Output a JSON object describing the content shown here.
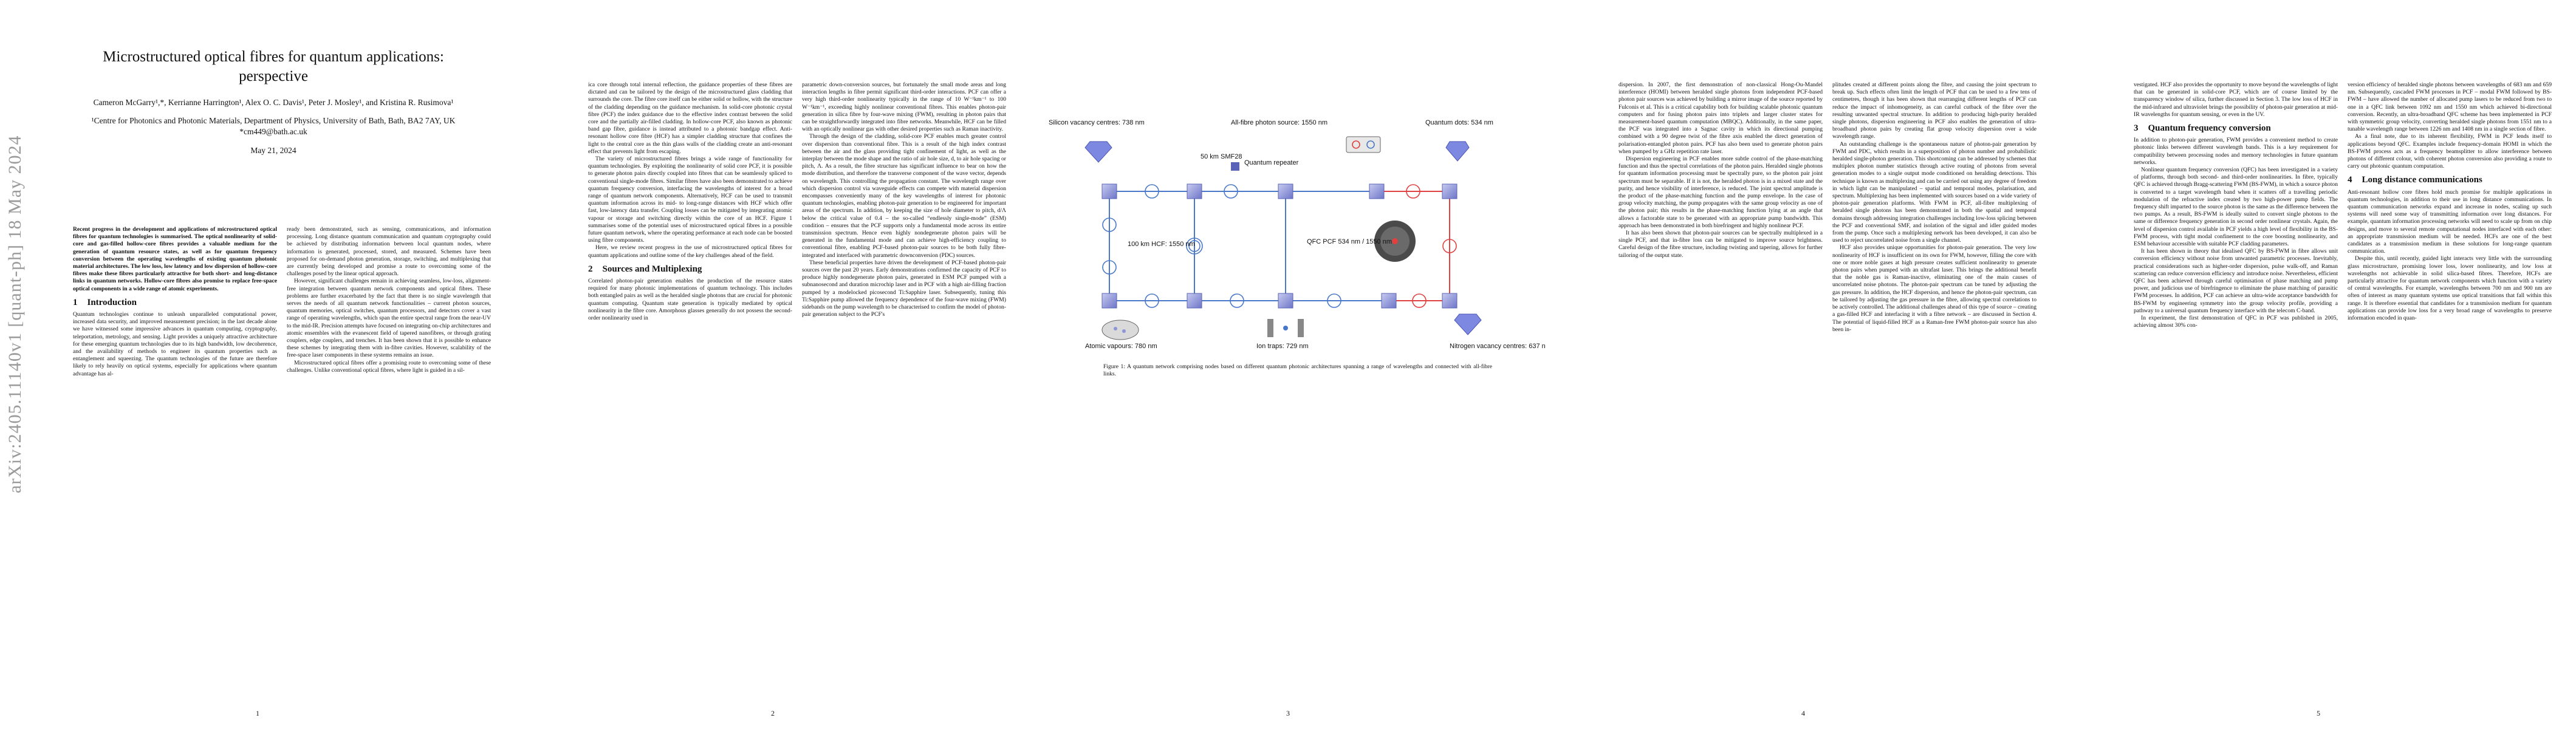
{
  "arxiv_id": "arXiv:2405.11140v1  [quant-ph]  18 May 2024",
  "page_numbers": [
    "1",
    "2",
    "3",
    "4",
    "5"
  ],
  "title": "Microstructured optical fibres for quantum applications: perspective",
  "authors": "Cameron McGarry¹,*, Kerrianne Harrington¹, Alex O. C. Davis¹, Peter J. Mosley¹, and Kristina R. Rusimova¹",
  "affiliation": "¹Centre for Photonics and Photonic Materials, Department of Physics, University of Bath, Bath, BA2 7AY, UK",
  "email": "*cm449@bath.ac.uk",
  "date": "May 21, 2024",
  "abstract": "Recent progress in the development and applications of microstructured optical fibres for quantum technologies is summarised. The optical nonlinearity of solid-core and gas-filled hollow-core fibres provides a valuable medium for the generation of quantum resource states, as well as for quantum frequency conversion between the operating wavelengths of existing quantum photonic material architectures. The low loss, low latency and low dispersion of hollow-core fibres make these fibres particularly attractive for both short- and long-distance links in quantum networks. Hollow-core fibres also promise to replace free-space optical components in a wide range of atomic experiments.",
  "sections": {
    "intro": {
      "num": "1",
      "title": "Introduction"
    },
    "sources": {
      "num": "2",
      "title": "Sources and Multiplexing"
    },
    "qfc": {
      "num": "3",
      "title": "Quantum frequency conversion"
    },
    "long": {
      "num": "4",
      "title": "Long distance communications"
    }
  },
  "text": {
    "p1_intro_1": "Quantum technologies continue to unleash unparalleled computational power, increased data security, and improved measurement precision; in the last decade alone we have witnessed some impressive advances in quantum computing, cryptography, teleportation, metrology, and sensing. Light provides a uniquely attractive architecture for these emerging quantum technologies due to its high bandwidth, low decoherence, and the availability of methods to engineer its quantum properties such as entanglement and squeezing. The quantum technologies of the future are therefore likely to rely heavily on optical systems, especially for applications where quantum advantage has al-",
    "p1_col2_1": "ready been demonstrated, such as sensing, communications, and information processing. Long distance quantum communication and quantum cryptography could be achieved by distributing information between local quantum nodes, where information is generated, processed, stored, and measured. Schemes have been proposed for on-demand photon generation, storage, switching, and multiplexing that are currently being developed and promise a route to overcoming some of the challenges posed by the linear optical approach.",
    "p1_col2_2": "However, significant challenges remain in achieving seamless, low-loss, alignment-free integration between quantum network components and optical fibres. These problems are further exacerbated by the fact that there is no single wavelength that serves the needs of all quantum network functionalities – current photon sources, quantum memories, optical switches, quantum processors, and detectors cover a vast range of operating wavelengths, which span the entire spectral range from the near-UV to the mid-IR. Precision attempts have focused on integrating on-chip architectures and atomic ensembles with the evanescent field of tapered nanofibres, or through grating couplers, edge couplers, and trenches. It has been shown that it is possible to enhance these schemes by integrating them with in-fibre cavities. However, scalability of the free-space laser components in these systems remains an issue.",
    "p1_col2_3": "Microstructured optical fibres offer a promising route to overcoming some of these challenges. Unlike conventional optical fibres, where light is guided in a sil-",
    "p2_col1_1": "ica core through total internal reflection, the guidance properties of these fibres are dictated and can be tailored by the design of the microstructured glass cladding that surrounds the core. The fibre core itself can be either solid or hollow, with the structure of the cladding depending on the guidance mechanism. In solid-core photonic crystal fibre (PCF) the index guidance due to the effective index contrast between the solid core and the partially air-filled cladding. In hollow-core PCF, also known as photonic band gap fibre, guidance is instead attributed to a photonic bandgap effect. Anti-resonant hollow core fibre (HCF) has a simpler cladding structure that confines the light to the central core as the thin glass walls of the cladding create an anti-resonant effect that prevents light from escaping.",
    "p2_col1_2": "The variety of microstructured fibres brings a wide range of functionality for quantum technologies. By exploiting the nonlinearity of solid core PCF, it is possible to generate photon pairs directly coupled into fibres that can be seamlessly spliced to conventional single-mode fibres. Similar fibres have also been demonstrated to achieve quantum frequency conversion, interfacing the wavelengths of interest for a broad range of quantum network components. Alternatively, HCF can be used to transmit quantum information across its mid- to long-range distances with HCF which offer fast, low-latency data transfer. Coupling losses can be mitigated by integrating atomic vapour or storage and switching directly within the core of an HCF. Figure 1 summarises some of the potential uses of microstructured optical fibres in a possible future quantum network, where the operating performance at each node can be boosted using fibre components.",
    "p2_col1_3": "Here, we review recent progress in the use of microstructured optical fibres for quantum applications and outline some of the key challenges ahead of the field.",
    "p2_col1_4": "Correlated photon-pair generation enables the production of the resource states required for many photonic implementations of quantum technology. This includes both entangled pairs as well as the heralded single photons that are crucial for photonic quantum computing. Quantum state generation is typically mediated by optical nonlinearity in the fibre core. Amorphous glasses generally do not possess the second-order nonlinearity used in",
    "p2_col2_1": "parametric down-conversion sources, but fortunately the small mode areas and long interaction lengths in fibre permit significant third-order interactions. PCF can offer a very high third-order nonlinearity typically in the range of 10 W⁻¹km⁻¹ to 100 W⁻¹km⁻¹, exceeding highly nonlinear conventional fibres. This enables photon-pair generation in silica fibre by four-wave mixing (FWM), resulting in photon pairs that can be straightforwardly integrated into fibre networks. Meanwhile, HCF can be filled with an optically nonlinear gas with other desired properties such as Raman inactivity.",
    "p2_col2_2": "Through the design of the cladding, solid-core PCF enables much greater control over dispersion than conventional fibre. This is a result of the high index contrast between the air and the glass providing tight confinement of light, as well as the interplay between the mode shape and the ratio of air hole size, d, to air hole spacing or pitch, Λ. As a result, the fibre structure has significant influence to bear on how the mode distribution, and therefore the transverse component of the wave vector, depends on wavelength. This controlling the propagation constant. The wavelength range over which dispersion control via waveguide effects can compete with material dispersion encompasses conveniently many of the key wavelengths of interest for photonic quantum technologies, enabling photon-pair generation to be engineered for important areas of the spectrum. In addition, by keeping the size of hole diameter to pitch, d/Λ below the critical value of 0.4 – the so-called “endlessly single-mode” (ESM) condition – ensures that the PCF supports only a fundamental mode across its entire transmission spectrum. Hence even highly nondegenerate photon pairs will be generated in the fundamental mode and can achieve high-efficiency coupling to conventional fibre, enabling PCF-based photon-pair sources to be both fully fibre-integrated and interfaced with parametric downconversion (PDC) sources.",
    "p2_col2_3": "These beneficial properties have driven the development of PCF-based photon-pair sources over the past 20 years. Early demonstrations confirmed the capacity of PCF to produce highly nondegenerate photon pairs, generated in ESM PCF pumped with a subnanosecond and duration microchip laser and in PCF with a high air-filling fraction pumped by a modelocked picosecond Ti:Sapphire laser. Subsequently, tuning this Ti:Sapphire pump allowed the frequency dependence of the four-wave mixing (FWM) sidebands on the pump wavelength to be characterised to confirm the model of photon-pair generation subject to the PCF's",
    "fig_caption": "Figure 1: A quantum network comprising nodes based on different quantum photonic architectures spanning a range of wavelengths and connected with all-fibre links.",
    "p4_col1_1": "dispersion. In 2007, the first demonstration of non-classical Hong-Ou-Mandel interference (HOMI) between heralded single photons from independent PCF-based photon pair sources was achieved by building a mirror image of the source reported by Fulconis et al. This is a critical capability both for building scalable photonic quantum computers and for fusing photon pairs into triplets and larger cluster states for measurement-based quantum computation (MBQC). Additionally, in the same paper, the PCF was integrated into a Sagnac cavity in which its directional pumping combined with a 90 degree twist of the fibre axis enabled the direct generation of polarisation-entangled photon pairs. PCF has also been used to generate photon pairs when pumped by a GHz repetition rate laser.",
    "p4_col1_2": "Dispersion engineering in PCF enables more subtle control of the phase-matching function and thus the spectral correlations of the photon pairs. Heralded single photons for quantum information processing must be spectrally pure, so the photon pair joint spectrum must be separable. If it is not, the heralded photon is in a mixed state and the purity, and hence visibility of interference, is reduced. The joint spectral amplitude is the product of the phase-matching function and the pump envelope. In the case of group velocity matching, the pump propagates with the same group velocity as one of the photon pair; this results in the phase-matching function lying at an angle that allows a factorable state to be generated with an appropriate pump bandwidth. This approach has been demonstrated in both birefringent and highly nonlinear PCF.",
    "p4_col1_3": "It has also been shown that photon-pair sources can be spectrally multiplexed in a single PCF, and that in-fibre loss can be mitigated to improve source brightness. Careful design of the fibre structure, including twisting and tapering, allows for further tailoring of the output state.",
    "p4_col2_1": "plitudes created at different points along the fibre, and causing the joint spectrum to break up. Such effects often limit the length of PCF that can be used to a few tens of centimetres, though it has been shown that rearranging different lengths of PCF can reduce the impact of inhomogeneity, as can careful cutback of the fibre over the resulting unwanted spectral structure. In addition to producing high-purity heralded single photons, dispersion engineering in PCF also enables the generation of ultra-broadband photon pairs by creating flat group velocity dispersion over a wide wavelength range.",
    "p4_col2_2": "An outstanding challenge is the spontaneous nature of photon-pair generation by FWM and PDC, which results in a superposition of photon number and probabilistic heralded single-photon generation. This shortcoming can be addressed by schemes that multiplex photon number statistics through active routing of photons from several generation modes to a single output mode conditioned on heralding detections. This technique is known as multiplexing and can be carried out using any degree of freedom in which light can be manipulated – spatial and temporal modes, polarisation, and spectrum. Multiplexing has been implemented with sources based on a wide variety of photon-pair generation platforms. With FWM in PCF, all-fibre multiplexing of heralded single photons has been demonstrated in both the spatial and temporal domains through addressing integration challenges including low-loss splicing between the PCF and conventional SMF, and isolation of the signal and idler guided modes from the pump. Once such a multiplexing network has been developed, it can also be used to reject uncorrelated noise from a single channel.",
    "p4_col2_3": "HCF also provides unique opportunities for photon-pair generation. The very low nonlinearity of HCF is insufficient on its own for FWM, however, filling the core with one or more noble gases at high pressure creates sufficient nonlinearity to generate photon pairs when pumped with an ultrafast laser. This brings the additional benefit that the noble gas is Raman-inactive, eliminating one of the main causes of uncorrelated noise photons. The photon-pair spectrum can be tuned by adjusting the gas pressure. In addition, the HCF dispersion, and hence the photon-pair spectrum, can be tailored by adjusting the gas pressure in the fibre, allowing spectral correlations to be actively controlled. The additional challenges ahead of this type of source – creating a gas-filled HCF and interfacing it with a fibre network – are discussed in Section 4. The potential of liquid-filled HCF as a Raman-free FWM photon-pair source has also been in-",
    "p5_col1_1": "vestigated. HCF also provides the opportunity to move beyond the wavelengths of light that can be generated in solid-core PCF, which are of course limited by the transparency window of silica, further discussed in Section 3. The low loss of HCF in the mid-infrared and ultraviolet brings the possibility of photon-pair generation at mid-IR wavelengths for quantum sensing, or even in the UV.",
    "p5_col1_2": "In addition to photon-pair generation, FWM provides a convenient method to create photonic links between different wavelength bands. This is a key requirement for compatibility between processing nodes and memory technologies in future quantum networks.",
    "p5_col1_3": "Nonlinear quantum frequency conversion (QFC) has been investigated in a variety of platforms, through both second- and third-order nonlinearities. In fibre, typically QFC is achieved through Bragg-scattering FWM (BS-FWM), in which a source photon is converted to a target wavelength band when it scatters off a travelling periodic modulation of the refractive index created by two high-power pump fields. The frequency shift imparted to the source photon is the same as the difference between the two pumps. As a result, BS-FWM is ideally suited to convert single photons to the same or difference frequency generation in second order nonlinear crystals. Again, the level of dispersion control available in PCF yields a high level of flexibility in the BS-FWM process, with tight modal confinement to the core boosting nonlinearity, and ESM behaviour accessible with suitable PCF cladding parameters.",
    "p5_col1_4": "It has been shown in theory that idealised QFC by BS-FWM in fibre allows unit conversion efficiency without noise from unwanted parametric processes. Inevitably, practical considerations such as higher-order dispersion, pulse walk-off, and Raman scattering can reduce conversion efficiency and introduce noise. Nevertheless, efficient QFC has been achieved through careful optimisation of phase matching and pump power, and judicious use of birefringence to eliminate the phase matching of parasitic FWM processes. In addition, PCF can achieve an ultra-wide acceptance bandwidth for BS-FWM by engineering symmetry into the group velocity profile, providing a pathway to a universal quantum frequency interface with the telecom C-band.",
    "p5_col1_5": "In experiment, the first demonstration of QFC in PCF was published in 2005, achieving almost 30% con-",
    "p5_col2_1": "version efficiency of heralded single photons between wavelengths of 683 nm and 659 nm. Subsequently, cascaded FWM processes in PCF – modal FWM followed by BS-FWM – have allowed the number of allocated pump lasers to be reduced from two to one in a QFC link between 1092 nm and 1550 nm which achieved bi-directional conversion. Recently, an ultra-broadband QFC scheme has been implemented in PCF with symmetric group velocity, converting heralded single photons from 1551 nm to a tunable wavelength range between 1226 nm and 1408 nm in a single section of fibre.",
    "p5_col2_2": "As a final note, due to its inherent flexibility, FWM in PCF lends itself to applications beyond QFC. Examples include frequency-domain HOMI in which the BS-FWM process acts as a frequency beamsplitter to allow interference between photons of different colour, with coherent photon conversion also providing a route to carry out photonic quantum computation.",
    "p5_col2_3": "Anti-resonant hollow core fibres hold much promise for multiple applications in quantum technologies, in addition to their use in long distance communications. In quantum communication networks expand and increase in nodes, scaling up such systems will need some way of transmitting information over long distances. For example, quantum information processing networks will need to scale up from on chip designs, and move to several remote computational nodes interfaced with each other: an appropriate transmission medium will be needed. HCFs are one of the best candidates as a transmission medium in these solutions for long-range quantum communication.",
    "p5_col2_4": "Despite this, until recently, guided light interacts very little with the surrounding glass microstructure, promising lower loss, lower nonlinearity, and low loss at wavelengths not achievable in solid silica-based fibres. Therefore, HCFs are particularly attractive for quantum network components which function with a variety of central wavelengths. For example, wavelengths between 700 nm and 900 nm are often of interest as many quantum systems use optical transitions that fall within this range. It is therefore essential that candidates for a transmission medium for quantum applications can provide low loss for a very broad range of wavelengths to preserve information encoded in quan-"
  },
  "figure": {
    "labels": {
      "silicon": "Silicon vacancy centres: 738 nm",
      "allfibre": "All-fibre photon source: 1550 nm",
      "smf": "50 km SMF28",
      "repeater": "Quantum repeater",
      "qdots": "Quantum dots: 534 nm",
      "hcf": "100 km HCF: 1550 nm",
      "qfc": "QFC PCF 534 nm / 1550 nm",
      "atomic": "Atomic vapours: 780 nm",
      "ions": "Ion traps: 729 nm",
      "nitrogen": "Nitrogen vacancy centres: 637 nm"
    },
    "colors": {
      "node": "#8e95d6",
      "node_dark": "#5a63b8",
      "fibre_blue": "#4a78c8",
      "fibre_red": "#e04040",
      "qfc_disk": "#4a4a4a"
    }
  }
}
